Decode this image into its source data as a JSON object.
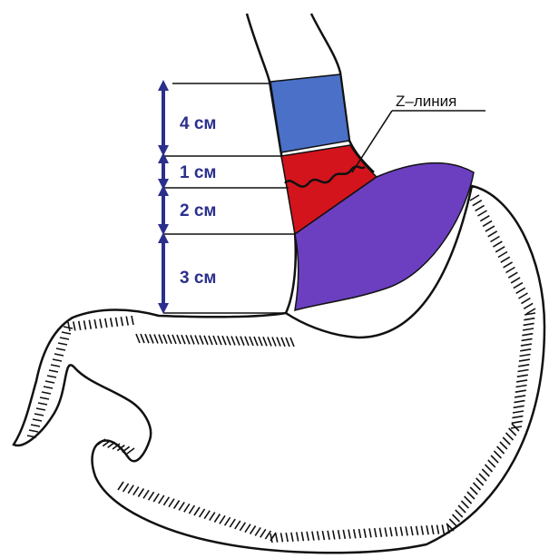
{
  "diagram": {
    "callout": "Z–линия",
    "measurements": [
      {
        "label": "4 см"
      },
      {
        "label": "1 см"
      },
      {
        "label": "2 см"
      },
      {
        "label": "3 см"
      }
    ]
  },
  "colors": {
    "esophagus_blue": "#4a70c8",
    "z_zone_red": "#d4141c",
    "stomach_violet": "#6b3fc0",
    "dimension_navy": "#2b2f8c",
    "outline": "#111111"
  }
}
